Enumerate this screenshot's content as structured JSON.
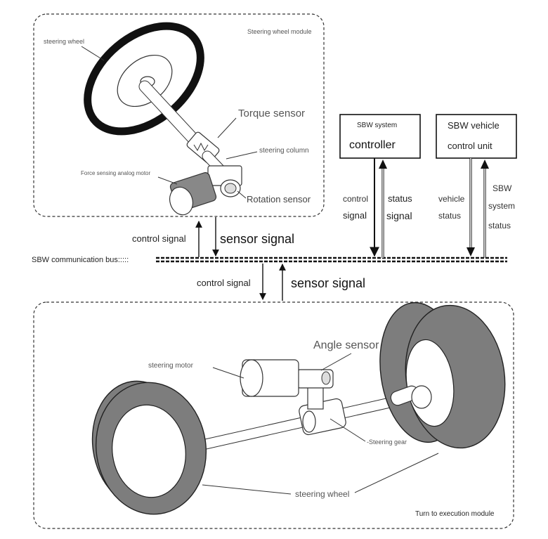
{
  "top_module": {
    "title": "Steering wheel module",
    "labels": {
      "steering_wheel": "steering wheel",
      "torque_sensor": "Torque sensor",
      "steering_column": "steering column",
      "force_motor": "Force sensing analog motor",
      "rotation_sensor": "Rotation sensor"
    }
  },
  "controller_box": {
    "line1": "SBW system",
    "line2": "controller"
  },
  "vehicle_box": {
    "line1": "SBW vehicle",
    "line2": "control unit"
  },
  "signals": {
    "top_control": "control signal",
    "top_sensor": "sensor signal",
    "bottom_control": "control signal",
    "bottom_sensor": "sensor signal",
    "ctrl_control_1": "control",
    "ctrl_control_2": "signal",
    "ctrl_status_1": "status",
    "ctrl_status_2": "signal",
    "veh_status_1": "vehicle",
    "veh_status_2": "status",
    "sys_status_1": "SBW",
    "sys_status_2": "system",
    "sys_status_3": "status"
  },
  "bus": {
    "label": "SBW communication bus:::::"
  },
  "bottom_module": {
    "title": "Turn to execution module",
    "labels": {
      "angle_sensor": "Angle sensor",
      "steering_motor": "steering motor",
      "steering_gear": "-Steering gear",
      "steering_wheel": "steering wheel"
    }
  },
  "colors": {
    "tire": "#7d7d7d",
    "bus": "#111111",
    "text": "#222222"
  }
}
